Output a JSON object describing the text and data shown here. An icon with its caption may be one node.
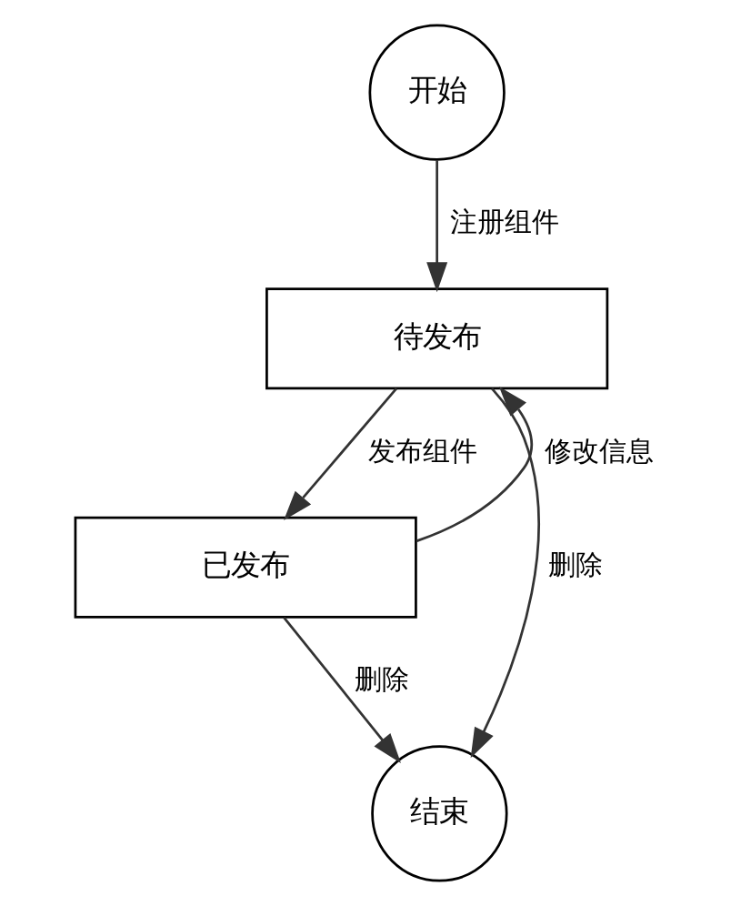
{
  "diagram": {
    "nodes": [
      {
        "text": [
          "开始"
        ]
      },
      {
        "text": [
          "待发布"
        ]
      },
      {
        "text": [
          "已发布"
        ]
      },
      {
        "text": [
          "结束"
        ]
      }
    ],
    "edges": [
      {
        "from": 0,
        "to": 1,
        "arrow": "to",
        "label": "注册组件"
      },
      {
        "from": 1,
        "to": 2,
        "arrow": "to",
        "label": "发布组件"
      },
      {
        "from": 2,
        "to": 1,
        "arrow": "to",
        "label": "修改信息"
      },
      {
        "from": 2,
        "to": 3,
        "arrow": "to",
        "label": "删除"
      },
      {
        "from": 1,
        "to": 3,
        "arrow": "to",
        "label": "删除"
      }
    ]
  }
}
